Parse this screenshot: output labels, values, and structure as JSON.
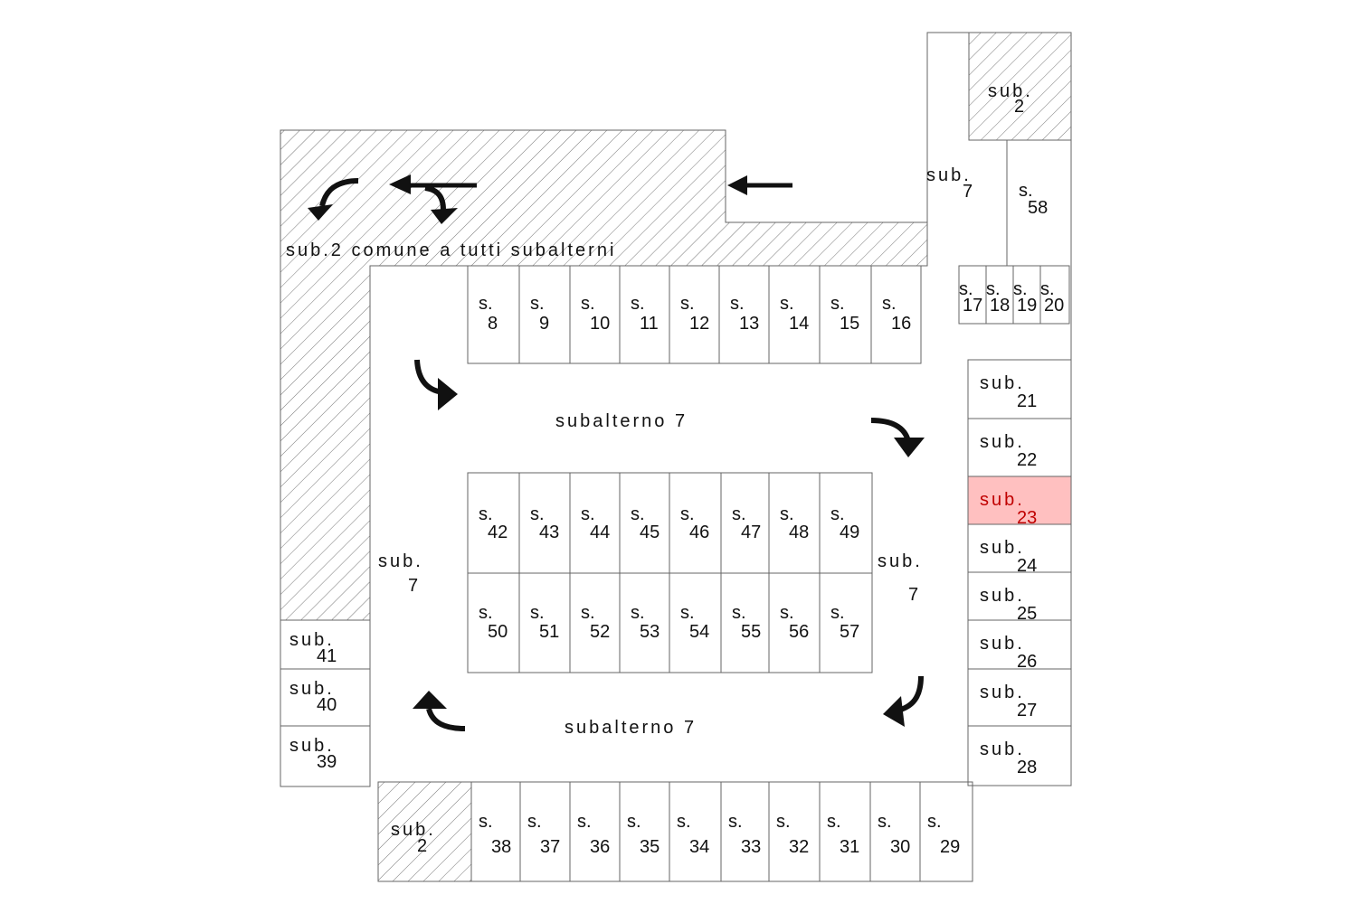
{
  "labels": {
    "sub2_common": "sub.2 comune a tutti  subalterni",
    "subalterno_top": "subalterno 7",
    "subalterno_bottom": "subalterno 7",
    "sub7_top_word": "sub.",
    "sub7_top_num": "7",
    "sub7_left_word": "sub.",
    "sub7_left_num": "7",
    "sub7_right_word": "sub.",
    "sub7_right_num": "7",
    "sub2_topright_word": "sub.",
    "sub2_topright_num": "2",
    "sub2_bottom_word": "sub.",
    "sub2_bottom_num": "2"
  },
  "slot_prefix": "s.",
  "sub_prefix": "sub.",
  "top_row": [
    "8",
    "9",
    "10",
    "11",
    "12",
    "13",
    "14",
    "15",
    "16"
  ],
  "small_row": [
    "17",
    "18",
    "19",
    "20"
  ],
  "slot_58": "58",
  "middle_row_a": [
    "42",
    "43",
    "44",
    "45",
    "46",
    "47",
    "48",
    "49"
  ],
  "middle_row_b": [
    "50",
    "51",
    "52",
    "53",
    "54",
    "55",
    "56",
    "57"
  ],
  "bottom_row": [
    "38",
    "37",
    "36",
    "35",
    "34",
    "33",
    "32",
    "31",
    "30",
    "29"
  ],
  "right_subs": [
    "21",
    "22",
    "23",
    "24",
    "25",
    "26",
    "27",
    "28"
  ],
  "left_subs": [
    "41",
    "40",
    "39"
  ],
  "highlight": {
    "unit": "23",
    "fill": "#ffc0c0",
    "text_color": "#c00000"
  }
}
